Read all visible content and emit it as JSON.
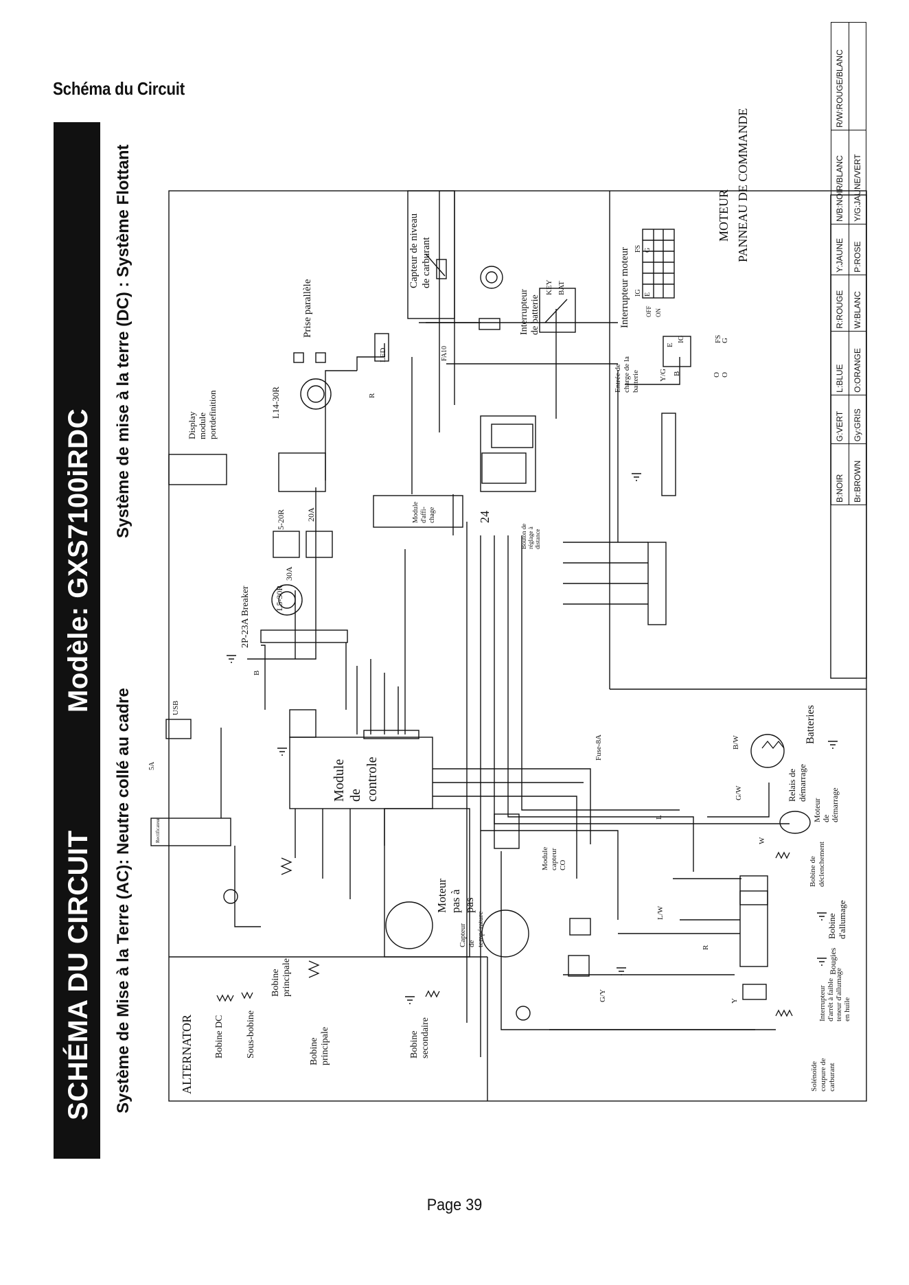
{
  "header": {
    "section_title": "Schéma du Circuit",
    "banner_left": "SCHÉMA DU CIRCUIT",
    "banner_right": "Modèle: GXS7100iRDC",
    "subtitle_ac": "Système de Mise à la Terre (AC): Neutre collé au cadre",
    "subtitle_dc": "Système de mise à la terre (DC) : Système Flottant"
  },
  "sections": {
    "panel": "PANNEAU DE COMMANDE",
    "engine": "MOTEUR",
    "alternator": "ALTERNATOR"
  },
  "labels": {
    "fuel_level_sensor": "Capteur de niveau de carburant",
    "parallel_outlet": "Prise parallèle",
    "battery_switch": "Interrupteur de batterie",
    "key": "KEY",
    "bat": "BAT",
    "engine_switch": "Interrupteur moteur",
    "display_module": "Display module portdefinition",
    "led": "LED",
    "l14_30r": "L14-30R",
    "fa10": "FA10",
    "charge_input": "Entrée de charge de la batterie",
    "breaker": "2P-23A Breaker",
    "r5_20r": "5-20R",
    "a20": "20A",
    "l5_30r": "L5-30R",
    "a30": "30A",
    "display_module_fr": "Module d'affi-chage",
    "remote_button": "Bouton de réglage à distance",
    "num24": "24",
    "usb": "USB",
    "fuse_5a": "5A",
    "rectifier": "Rectificateur",
    "control_module": "Module de controle",
    "fuse_8a": "Fuse-8A",
    "batteries": "Batteries",
    "start_relay": "Relais de démarrage",
    "starter_motor": "Moteur de démarrage",
    "trip_coil": "Bobine de déclenchement",
    "ignition_coil": "Bobine d'allumage",
    "spark_plugs": "Bougies",
    "oil_switch": "Interrupteur d'arrêt à faible teneur d'allumage en huile",
    "co_sensor": "Module capteur CO",
    "stepper_motor": "Moteur pas à pas",
    "temp_sensor": "Capteur de température",
    "fuel_cut": "Solénoïde coupure de carburant",
    "dc_coil": "Bobine DC",
    "sub_coil": "Sous-bobine",
    "main_coil_1": "Bobine principale",
    "main_coil_2": "Bobine principale",
    "secondary_coil": "Bobine secondaire",
    "switch_ig": "IG",
    "switch_e": "E",
    "switch_fs": "FS",
    "switch_g": "G",
    "switch_off": "OFF",
    "switch_on": "ON",
    "term_e": "E",
    "term_ig": "IG",
    "term_fs": "FS",
    "term_g": "G",
    "w_yg": "Y/G",
    "w_b1": "B",
    "w_o1": "O",
    "w_o2": "O",
    "w_gw": "G/W",
    "w_bw": "B/W",
    "w_l": "L",
    "w_w": "W",
    "w_lw": "L/W",
    "w_r": "R",
    "w_y": "Y",
    "w_gy": "G/Y",
    "w_b2": "B",
    "w_r2": "R"
  },
  "legend": {
    "rows": [
      [
        "B:NOIR",
        "G:VERT",
        "L:BLUE",
        "R:ROUGE",
        "Y:JAUNE",
        "N/B:NOIR/BLANC",
        "R/W:ROUGE/BLANC"
      ],
      [
        "Br:BROWN",
        "Gy:GRIS",
        "O:ORANGE",
        "W:BLANC",
        "P:ROSE",
        "Y/G:JAUNE/VERT",
        ""
      ]
    ]
  },
  "footer": {
    "page": "Page 39"
  }
}
